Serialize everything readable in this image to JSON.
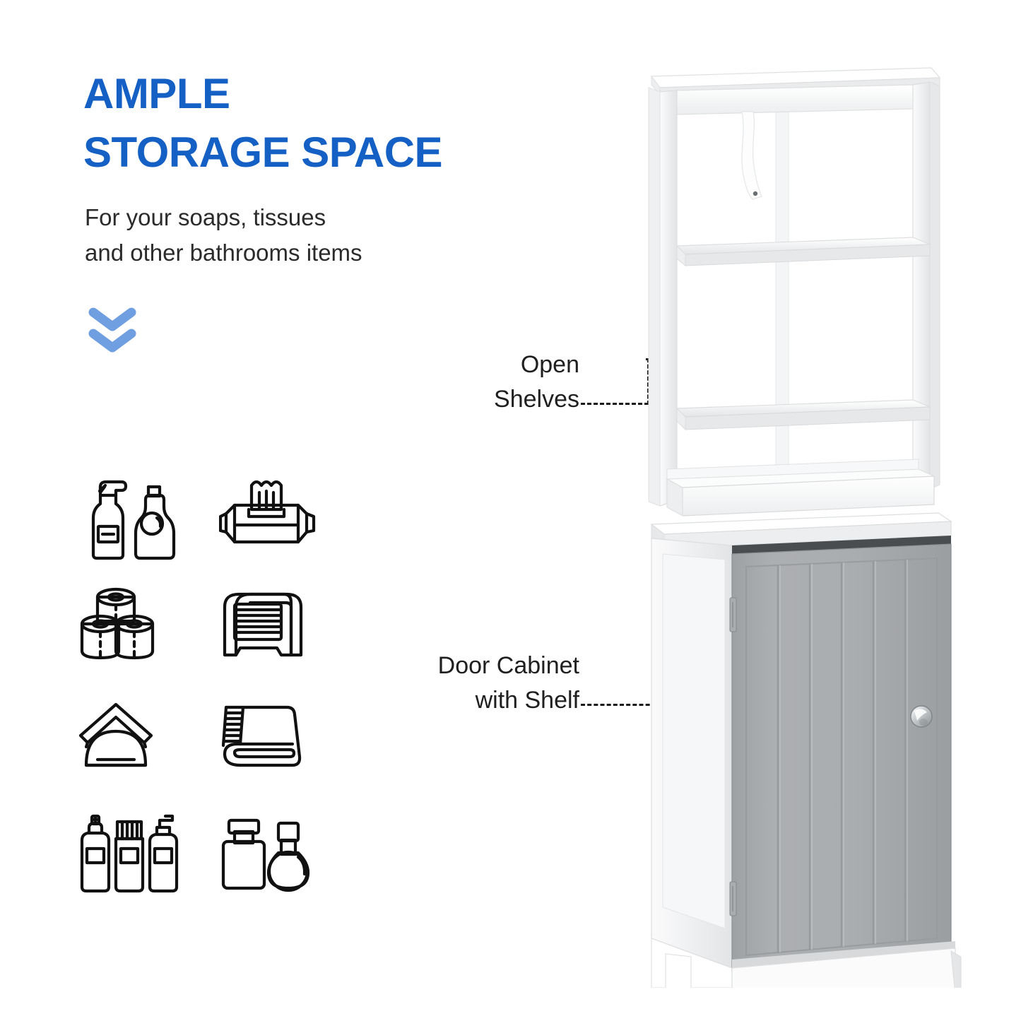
{
  "headline": {
    "line1": "AMPLE",
    "line2": "STORAGE SPACE",
    "color": "#1560c4"
  },
  "subhead": {
    "line1": "For your soaps, tissues",
    "line2": "and other bathrooms items",
    "color": "#2b2b2b"
  },
  "scroll_indicator": {
    "icon": "double-chevron-down-icon",
    "color": "#6f9fe0"
  },
  "icon_grid": {
    "rows": [
      {
        "left": {
          "name": "spray-bottle-and-detergent-icon",
          "label": "Spray bottle and detergent bottle"
        },
        "right": {
          "name": "tissue-box-icon",
          "label": "Tissue box"
        }
      },
      {
        "left": {
          "name": "toilet-paper-rolls-icon",
          "label": "Toilet paper rolls"
        },
        "right": {
          "name": "napkin-dispenser-icon",
          "label": "Napkin dispenser"
        }
      },
      {
        "left": {
          "name": "folded-napkins-icon",
          "label": "Folded napkins"
        },
        "right": {
          "name": "folded-towel-icon",
          "label": "Folded towel"
        }
      },
      {
        "left": {
          "name": "toiletry-bottles-icon",
          "label": "Toiletry bottles"
        },
        "right": {
          "name": "perfume-bottles-icon",
          "label": "Perfume bottles"
        }
      }
    ],
    "stroke_color": "#111111"
  },
  "callouts": [
    {
      "id": "open-shelves",
      "line1": "Open",
      "line2": "Shelves"
    },
    {
      "id": "door-cabinet",
      "line1": "Door Cabinet",
      "line2": "with Shelf"
    }
  ],
  "product": {
    "name": "tall-bathroom-storage-cabinet",
    "frame_color": "#ffffff",
    "door_color": "#a8abad",
    "knob_color": "#b9bdc0",
    "hinge_color": "#9ba0a4",
    "shadow_color": "#e4e6e8",
    "parts": {
      "top_panel": "top-panel",
      "open_shelf_upper": "open-shelf-upper",
      "open_shelf_middle": "open-shelf-middle",
      "open_shelf_bottom": "open-shelf-bottom",
      "cabinet_door": "cabinet-door",
      "door_knob": "door-knob",
      "door_hinge_top": "door-hinge-top",
      "door_hinge_bottom": "door-hinge-bottom",
      "plinth_base": "plinth-base",
      "hang_tag": "hang-tag"
    }
  },
  "background_color": "#ffffff"
}
